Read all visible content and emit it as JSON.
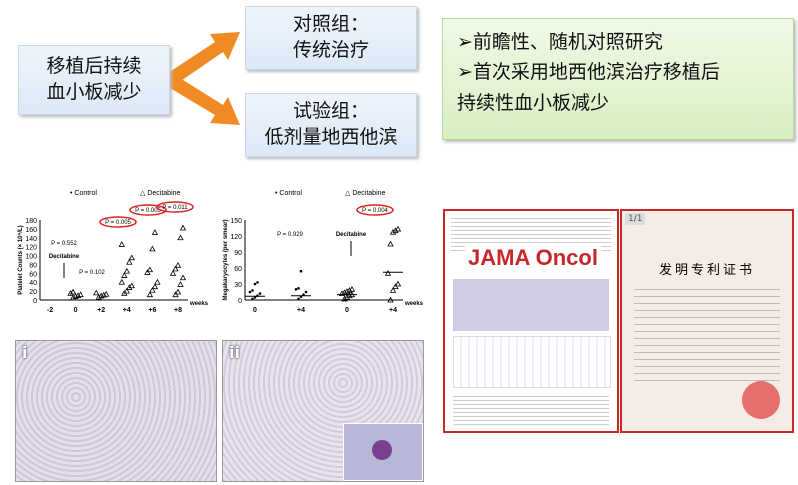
{
  "left_box": {
    "line1": "移植后持续",
    "line2": "血小板减少"
  },
  "control_box": {
    "line1": "对照组：",
    "line2": "传统治疗"
  },
  "trial_box": {
    "line1": "试验组：",
    "line2": "低剂量地西他滨"
  },
  "highlights": {
    "item1": "➢前瞻性、随机对照研究",
    "item2": "➢首次采用地西他滨治疗移植后",
    "item3": "持续性血小板减少"
  },
  "colors": {
    "arrow": "#f08a24",
    "highlight_ring": "#e02020",
    "doc_border": "#c62828"
  },
  "chart_data": [
    {
      "type": "scatter",
      "ylabel": "Platelet Counts (× 10⁹/L)",
      "xlabel": "weeks",
      "ylim": [
        0,
        180
      ],
      "yticks": [
        0,
        20,
        40,
        60,
        80,
        100,
        120,
        140,
        160,
        180
      ],
      "categories": [
        "-2",
        "0",
        "+2",
        "+4",
        "+6",
        "+8"
      ],
      "legend": [
        "Control",
        "Decitabine"
      ],
      "annotations": [
        "P = 0.552",
        "Decitabine",
        "P = 0.102",
        "P = 0.005",
        "P = 0.005",
        "P = 0.011"
      ],
      "series": [
        {
          "name": "Decitabine",
          "x": [
            "0",
            "0",
            "0",
            "0",
            "0",
            "0",
            "+2",
            "+2",
            "+2",
            "+2",
            "+2",
            "+4",
            "+4",
            "+4",
            "+4",
            "+4",
            "+4",
            "+4",
            "+4",
            "+4",
            "+4",
            "+6",
            "+6",
            "+6",
            "+6",
            "+6",
            "+6",
            "+6",
            "+6",
            "+8",
            "+8",
            "+8",
            "+8",
            "+8",
            "+8",
            "+8",
            "+8",
            "+8"
          ],
          "y": [
            5,
            8,
            10,
            12,
            15,
            18,
            6,
            9,
            11,
            13,
            16,
            15,
            20,
            28,
            32,
            40,
            55,
            65,
            85,
            95,
            125,
            12,
            22,
            30,
            40,
            62,
            68,
            115,
            152,
            12,
            18,
            35,
            50,
            60,
            70,
            78,
            140,
            162
          ]
        }
      ]
    },
    {
      "type": "scatter",
      "ylabel": "Megakaryocytes (per smear)",
      "xlabel": "weeks",
      "ylim": [
        0,
        150
      ],
      "yticks": [
        0,
        30,
        60,
        90,
        120,
        150
      ],
      "categories": [
        "0",
        "+4",
        "0",
        "+4"
      ],
      "legend": [
        "Control",
        "Decitabine"
      ],
      "annotations": [
        "P = 0.929",
        "Decitabine",
        "P = 0.004"
      ],
      "series": [
        {
          "name": "Control",
          "x": [
            "0",
            "0",
            "0",
            "0",
            "0",
            "0",
            "0",
            "0",
            "+4",
            "+4",
            "+4",
            "+4",
            "+4",
            "+4",
            "+4"
          ],
          "y": [
            2,
            5,
            8,
            12,
            15,
            18,
            30,
            33,
            2,
            6,
            10,
            15,
            20,
            22,
            54
          ],
          "median": [
            7,
            8
          ]
        },
        {
          "name": "Decitabine",
          "x": [
            "0",
            "0",
            "0",
            "0",
            "0",
            "0",
            "0",
            "0",
            "0",
            "+4",
            "+4",
            "+4",
            "+4",
            "+4",
            "+4",
            "+4",
            "+4",
            "+4"
          ],
          "y": [
            2,
            5,
            8,
            10,
            12,
            14,
            16,
            18,
            20,
            0,
            18,
            25,
            30,
            50,
            105,
            127,
            130,
            133
          ],
          "median": [
            10,
            52
          ]
        }
      ]
    }
  ],
  "micrographs": {
    "panel1": "i",
    "panel2": "ii"
  },
  "journal": {
    "title": "JAMA Oncol"
  },
  "patent": {
    "page": "1/1",
    "title": "发明专利证书"
  }
}
